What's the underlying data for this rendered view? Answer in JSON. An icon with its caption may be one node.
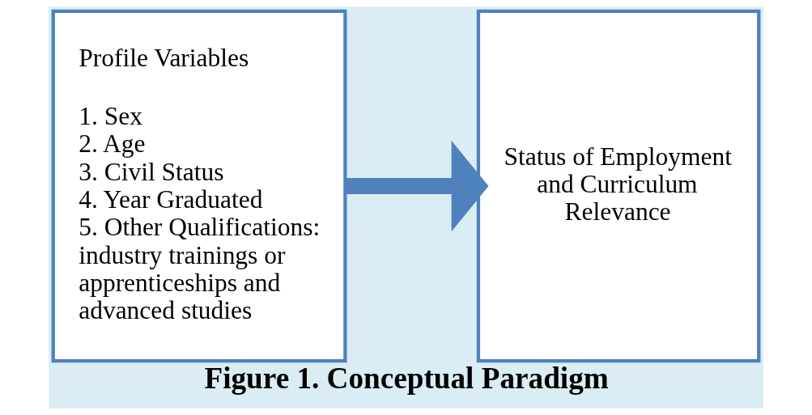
{
  "diagram": {
    "caption": "Figure 1. Conceptual Paradigm",
    "nodes": [
      {
        "text": [
          "Profile Variables",
          "1. Sex",
          "2. Age",
          "3. Civil Status",
          "4. Year Graduated",
          "5. Other Qualifications: industry trainings or apprenticeships and advanced studies"
        ]
      },
      {
        "text": [
          "Status of Employment and Curriculum Relevance"
        ]
      }
    ],
    "edges": [
      {
        "from": 0,
        "to": 1,
        "arrow": "to"
      }
    ]
  }
}
